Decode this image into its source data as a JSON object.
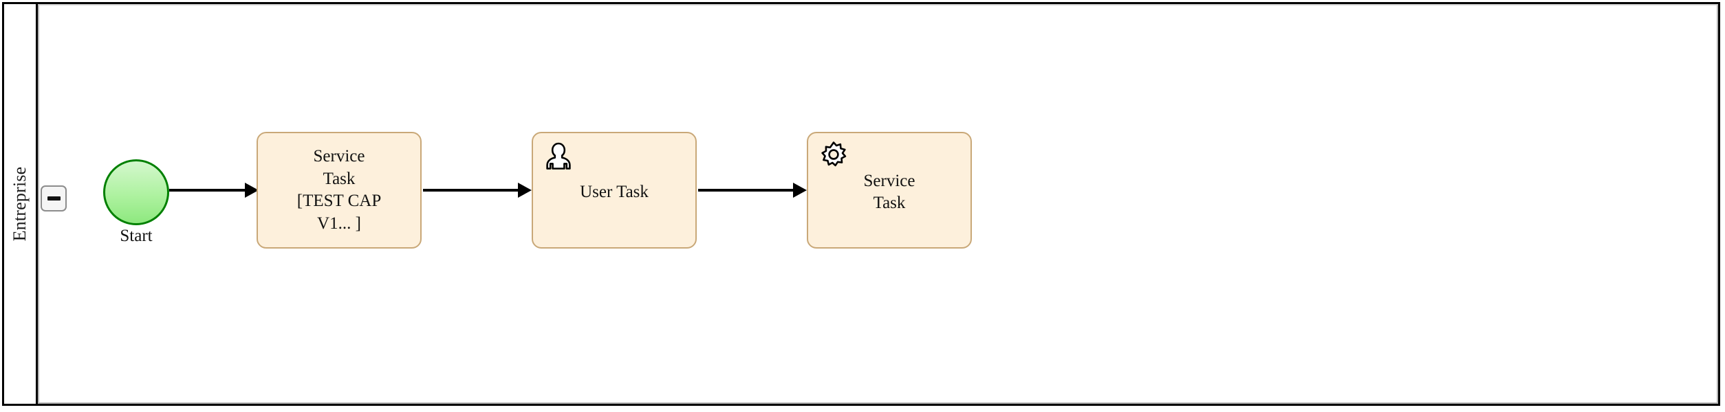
{
  "diagram": {
    "type": "bpmn-process",
    "pool": {
      "lane_label": "Entreprise"
    },
    "collapse_button": {
      "label": "−",
      "icon": "minus-icon",
      "state": "expanded"
    },
    "colors": {
      "task_fill": "#fdf0dc",
      "task_border": "#c9a878",
      "start_fill": "#aef2a0",
      "start_border": "#008000",
      "lane_border": "#000000",
      "flow": "#000000"
    },
    "nodes": [
      {
        "id": "start",
        "kind": "start-event",
        "label": "Start",
        "icon": "none"
      },
      {
        "id": "service-task-1",
        "kind": "service-task",
        "label": "Service Task [TEST CAP V1... ]",
        "label_lines": [
          "Service",
          "Task",
          "[TEST CAP",
          "V1... ]"
        ],
        "icon": "none"
      },
      {
        "id": "user-task-1",
        "kind": "user-task",
        "label": "User Task",
        "label_lines": [
          "User Task"
        ],
        "icon": "user-icon"
      },
      {
        "id": "service-task-2",
        "kind": "service-task",
        "label": "Service Task",
        "label_lines": [
          "Service",
          "Task"
        ],
        "icon": "gear-icon"
      }
    ],
    "flows": [
      {
        "id": "flow-1",
        "from": "start",
        "to": "service-task-1",
        "label": ""
      },
      {
        "id": "flow-2",
        "from": "service-task-1",
        "to": "user-task-1",
        "label": ""
      },
      {
        "id": "flow-3",
        "from": "user-task-1",
        "to": "service-task-2",
        "label": ""
      }
    ]
  }
}
